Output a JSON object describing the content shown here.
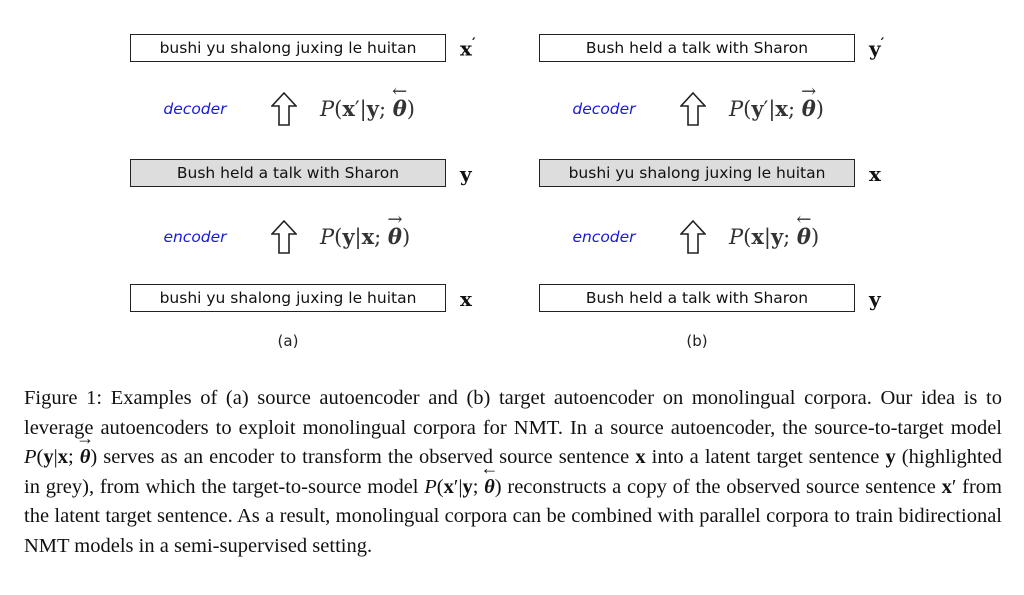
{
  "panel_a": {
    "top_text": "bushi yu shalong juxing le huitan",
    "top_var": "x",
    "top_prime": "′",
    "mid_text": "Bush held a talk with Sharon",
    "mid_var": "y",
    "bot_text": "bushi yu shalong juxing le huitan",
    "bot_var": "x",
    "decoder_label": "decoder",
    "encoder_label": "encoder",
    "panel_label": "(a)"
  },
  "panel_b": {
    "top_text": "Bush held a talk with Sharon",
    "top_var": "y",
    "top_prime": "′",
    "mid_text": "bushi yu shalong juxing le huitan",
    "mid_var": "x",
    "bot_text": "Bush held a talk with Sharon",
    "bot_var": "y",
    "decoder_label": "decoder",
    "encoder_label": "encoder",
    "panel_label": "(b)"
  },
  "glyphs": {
    "arrow_left": "←",
    "arrow_right": "→",
    "theta": "θ"
  },
  "caption": {
    "part1": "Figure 1: Examples of (a) source autoencoder and (b) target autoencoder on monolingual corpora. Our idea is to leverage autoencoders to exploit monolingual corpora for NMT. In a source autoencoder, the source-to-target model ",
    "part2": " serves as an encoder to transform the observed source sentence ",
    "part3": " into a latent target sentence ",
    "part4": " (highlighted in grey), from which the target-to-source model ",
    "part5": " reconstructs a copy of the observed source sentence ",
    "part6": " from the latent target sentence.  As a result, monolingual corpora can be combined with parallel corpora to train bidirectional NMT models in a semi-supervised setting."
  },
  "colors": {
    "role_label": "#1a1ad6",
    "highlight_box": "#dddddd"
  },
  "icons": {
    "up_arrow": "hollow-up-arrow-icon"
  }
}
